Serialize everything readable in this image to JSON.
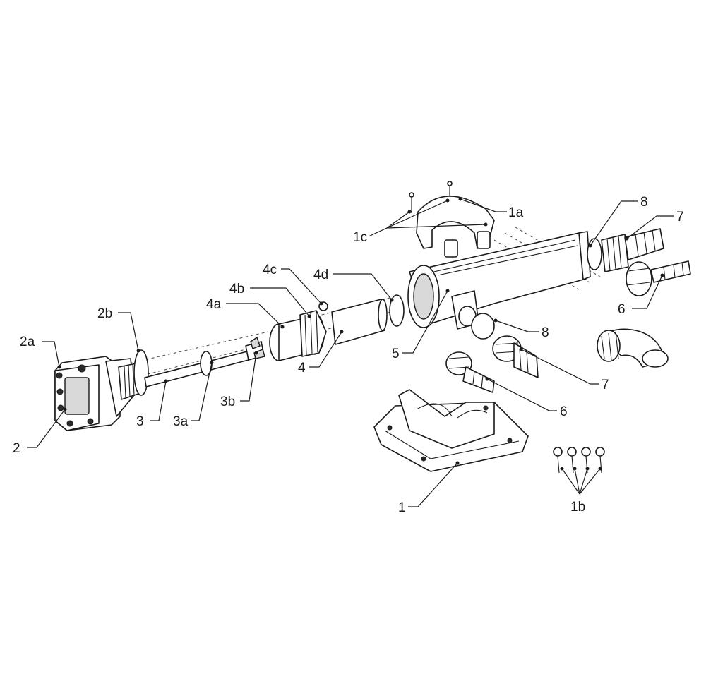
{
  "labels": {
    "l1": "1",
    "l1a": "1a",
    "l1b": "1b",
    "l1c": "1c",
    "l2": "2",
    "l2a": "2a",
    "l2b": "2b",
    "l3": "3",
    "l3a": "3a",
    "l3b": "3b",
    "l4": "4",
    "l4a": "4a",
    "l4b": "4b",
    "l4c": "4c",
    "l4d": "4d",
    "l5": "5",
    "l6a": "6",
    "l6b": "6",
    "l7a": "7",
    "l7b": "7",
    "l8a": "8",
    "l8b": "8"
  }
}
